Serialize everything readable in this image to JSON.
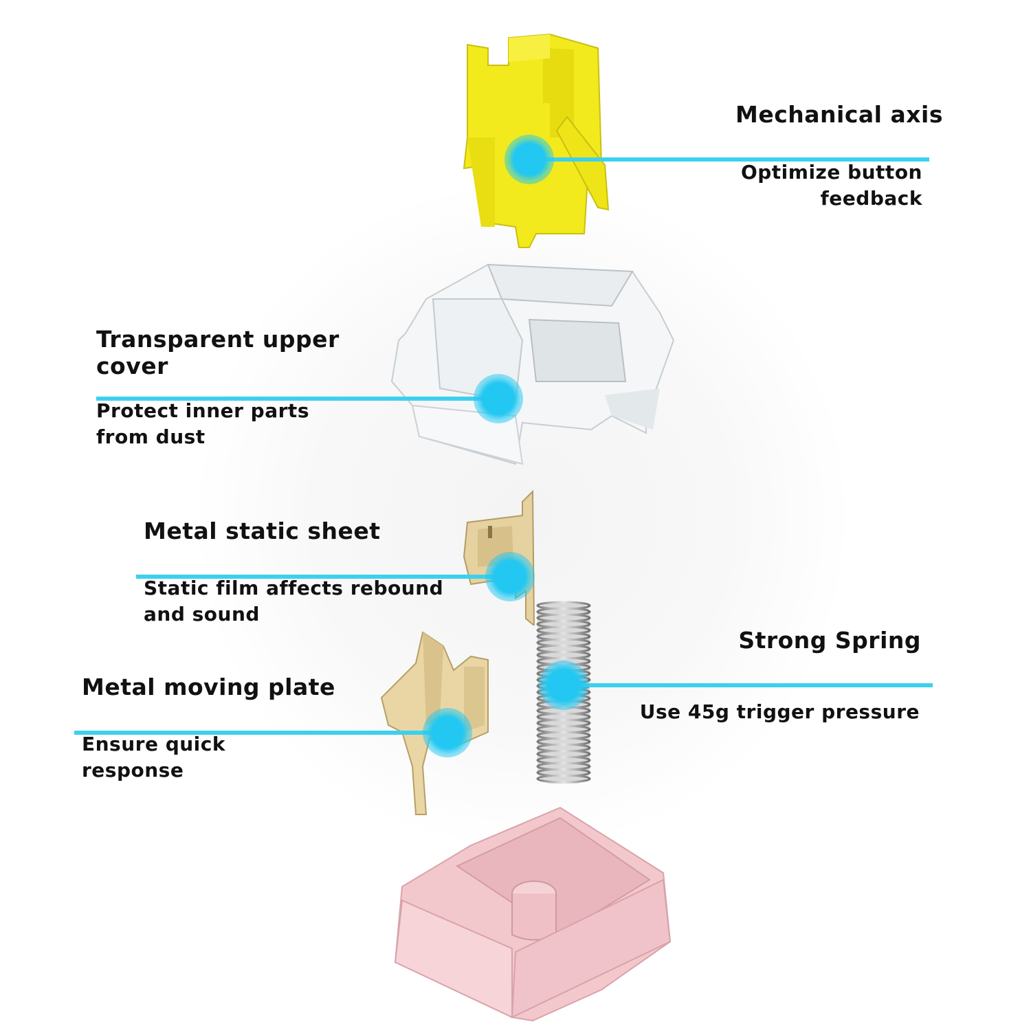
{
  "colors": {
    "accent": "#3dd0ee",
    "axis_yellow": "#f2ea1c",
    "base_pink": "#f3c8cd",
    "metal_gold": "#e6d2a0",
    "spring_silver": "#a8a8a8"
  },
  "callouts": [
    {
      "title": "Mechanical axis",
      "desc_lines": [
        "Optimize button",
        "feedback"
      ]
    },
    {
      "title_lines": [
        "Transparent upper",
        "cover"
      ],
      "desc_lines": [
        "Protect inner parts",
        "from dust"
      ]
    },
    {
      "title": "Metal static sheet",
      "desc_lines": [
        "Static film affects rebound",
        "and sound"
      ]
    },
    {
      "title": "Strong Spring",
      "desc_lines": [
        "Use 45g trigger pressure"
      ]
    },
    {
      "title": "Metal moving plate",
      "desc_lines": [
        "Ensure quick",
        "response"
      ]
    }
  ]
}
